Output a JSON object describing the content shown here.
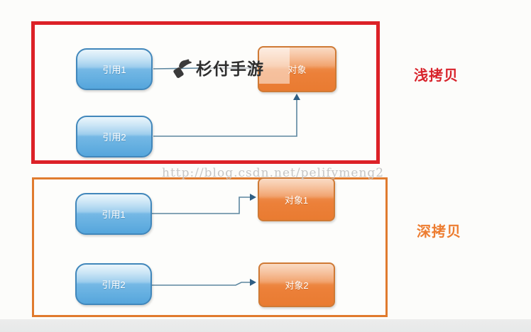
{
  "watermark": {
    "url": "http://blog.csdn.net/pelifymeng2",
    "brand": "杉付手游"
  },
  "shallow": {
    "label": "浅拷贝",
    "refs": [
      "引用1",
      "引用2"
    ],
    "object": "对象"
  },
  "deep": {
    "label": "深拷贝",
    "refs": [
      "引用1",
      "引用2"
    ],
    "objects": [
      "对象1",
      "对象2"
    ]
  },
  "colors": {
    "shallow_frame": "#dc2127",
    "shallow_label": "#d8232b",
    "deep_frame": "#e07b2e",
    "deep_label": "#ed7d31",
    "reference_node_fill": "#5fa9de",
    "reference_node_border": "#4187bb",
    "object_node_fill": "#ec7d33",
    "object_node_border": "#cf7a35",
    "arrow_line": "#5d87a0",
    "arrow_faded": "#b9c0c5",
    "watermark_text": "#c6c6c6",
    "brand_text": "#2e2e2e"
  }
}
